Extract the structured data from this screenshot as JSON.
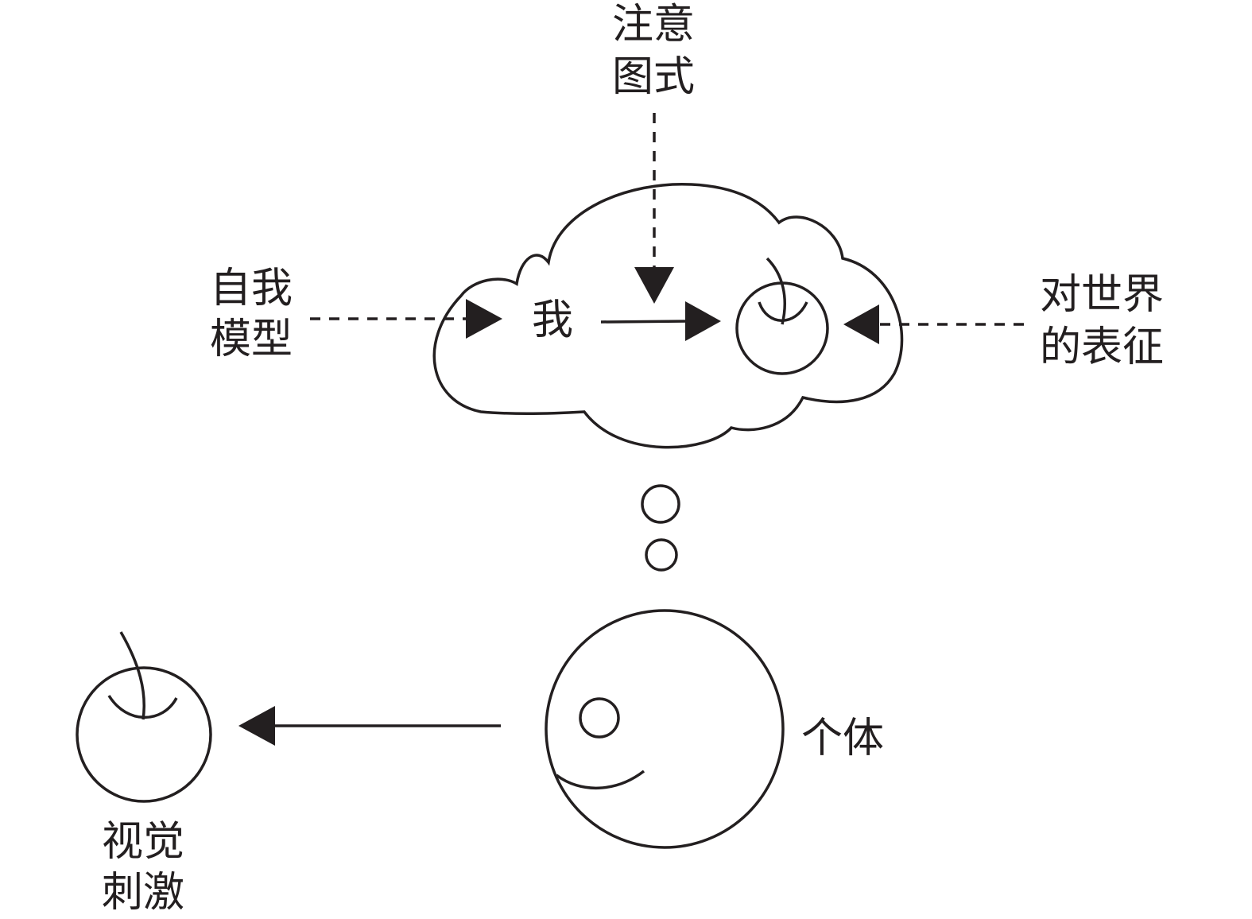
{
  "labels": {
    "attention_schema": [
      "注意",
      "图式"
    ],
    "self_model": [
      "自我",
      "模型"
    ],
    "self": "我",
    "world_representation": [
      "对世界",
      "的表征"
    ],
    "individual": "个体",
    "visual_stimulus": [
      "视觉",
      "刺激"
    ]
  },
  "colors": {
    "ink": "#231f20",
    "background": "#ffffff"
  }
}
